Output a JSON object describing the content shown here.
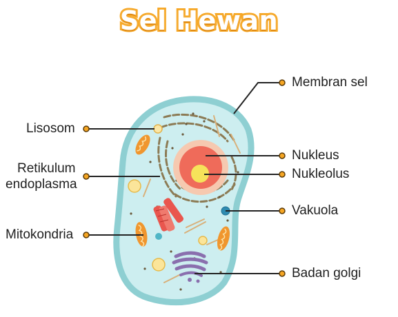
{
  "title": "Sel Hewan",
  "labels": {
    "membran_sel": "Membran sel",
    "nukleus": "Nukleus",
    "nukleolus": "Nukleolus",
    "vakuola": "Vakuola",
    "badan_golgi": "Badan golgi",
    "lisosom": "Lisosom",
    "retikulum_line1": "Retikulum",
    "retikulum_line2": "endoplasma",
    "mitokondria": "Mitokondria"
  },
  "colors": {
    "title_orange": "#f6a623",
    "membrane": "#8ecfd2",
    "cytoplasm": "#cdeef0",
    "nucleus_outer": "#f6c9b0",
    "nucleus_inner": "#ef6b5a",
    "nucleolus": "#f6e35a",
    "er": "#8c7b55",
    "mitochondria": "#f0962e",
    "golgi": "#8a6fae",
    "leader_line": "#222222",
    "dot": "#f6a623"
  }
}
